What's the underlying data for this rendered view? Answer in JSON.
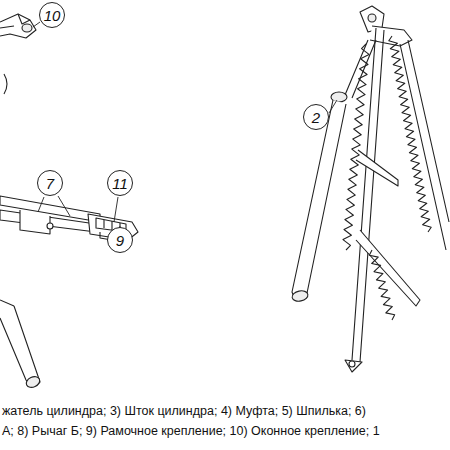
{
  "diagram": {
    "nodes": [
      {
        "text": [
          "10"
        ]
      },
      {
        "text": [
          "2"
        ]
      },
      {
        "text": [
          "7"
        ]
      },
      {
        "text": [
          "11"
        ]
      },
      {
        "text": [
          "9"
        ]
      }
    ],
    "labels": [
      "жатель цилиндра; 3) Шток цилиндра; 4) Муфта; 5) Шпилька; 6)",
      "А; 8) Рычаг Б; 9) Рамочное крепление; 10) Оконное крепление; 1"
    ]
  }
}
